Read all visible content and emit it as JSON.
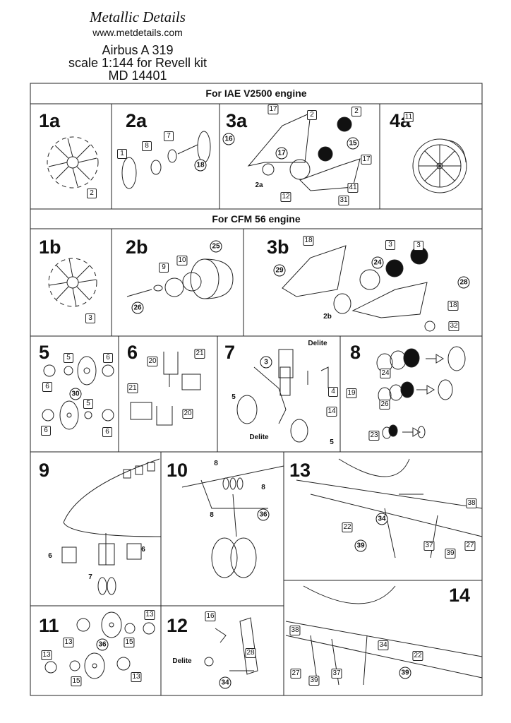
{
  "header": {
    "brand": "Metallic Details",
    "website": "www.metdetails.com",
    "title": "Airbus A 319",
    "scale": "scale 1:144 for Revell kit",
    "code": "MD 14401"
  },
  "sections": {
    "iae": "For IAE V2500 engine",
    "cfm": "For CFM 56 engine"
  },
  "panels": {
    "p1a": {
      "step": "1a",
      "callouts": [
        "2"
      ]
    },
    "p2a": {
      "step": "2a",
      "callouts": [
        "1",
        "8",
        "7",
        "18"
      ]
    },
    "p3a": {
      "step": "3a",
      "callouts": [
        "17",
        "16",
        "2",
        "2",
        "17",
        "15",
        "17",
        "2a",
        "12",
        "41",
        "31"
      ]
    },
    "p4a": {
      "step": "4a",
      "callouts": [
        "11"
      ]
    },
    "p1b": {
      "step": "1b",
      "callouts": [
        "3"
      ]
    },
    "p2b": {
      "step": "2b",
      "callouts": [
        "25",
        "10",
        "9",
        "26"
      ]
    },
    "p3b": {
      "step": "3b",
      "callouts": [
        "18",
        "3",
        "3",
        "29",
        "24",
        "28",
        "18",
        "2b",
        "32"
      ]
    },
    "p5": {
      "step": "5",
      "callouts": [
        "5",
        "6",
        "6",
        "30",
        "5",
        "6",
        "6"
      ]
    },
    "p6": {
      "step": "6",
      "callouts": [
        "20",
        "21",
        "21",
        "20"
      ]
    },
    "p7": {
      "step": "7",
      "callouts": [
        "3",
        "Delite",
        "4",
        "19",
        "14",
        "5",
        "5",
        "Delite"
      ]
    },
    "p8": {
      "step": "8",
      "callouts": [
        "24",
        "26",
        "23"
      ]
    },
    "p9": {
      "step": "9",
      "callouts": [
        "6",
        "6",
        "7"
      ]
    },
    "p10": {
      "step": "10",
      "callouts": [
        "8",
        "8",
        "36",
        "8"
      ]
    },
    "p13": {
      "step": "13",
      "callouts": [
        "38",
        "22",
        "34",
        "39",
        "37",
        "39",
        "27"
      ]
    },
    "p14": {
      "step": "14",
      "callouts": [
        "38",
        "27",
        "39",
        "37",
        "34",
        "22",
        "39"
      ]
    },
    "p11": {
      "step": "11",
      "callouts": [
        "13",
        "13",
        "36",
        "15",
        "13",
        "15",
        "13"
      ]
    },
    "p12": {
      "step": "12",
      "callouts": [
        "16",
        "28",
        "Delite",
        "34"
      ]
    }
  }
}
